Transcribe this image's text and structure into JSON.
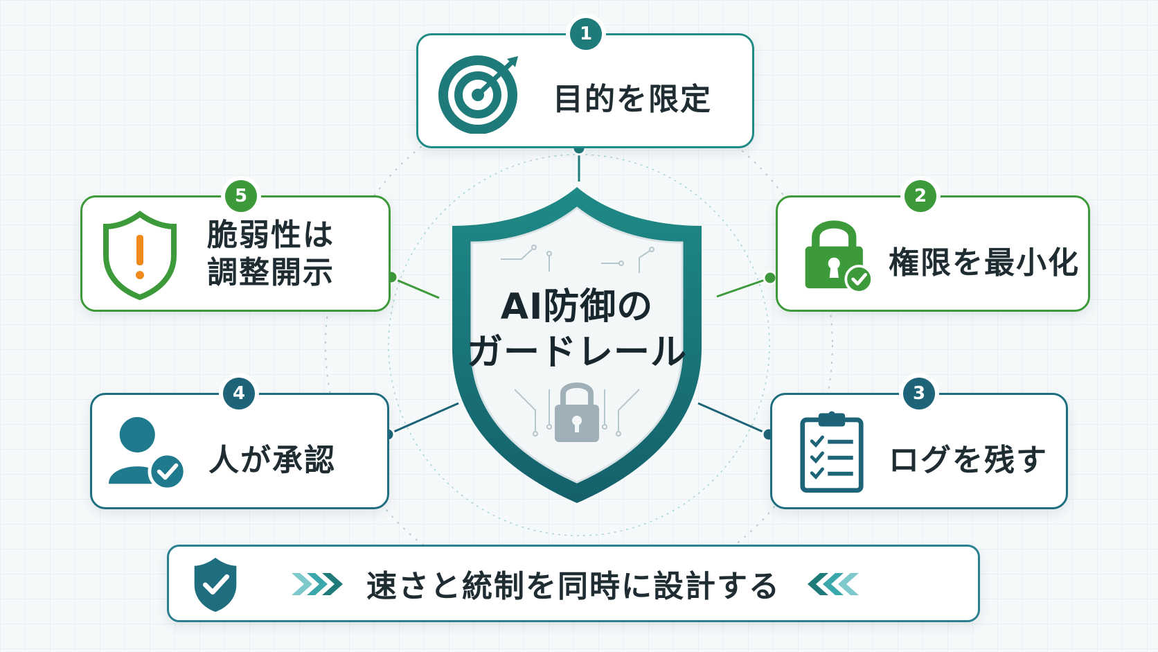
{
  "title": {
    "line1": "AI防御の",
    "line2": "ガードレール"
  },
  "steps": [
    {
      "number": "1",
      "label": "目的を限定",
      "icon": "target-icon"
    },
    {
      "number": "2",
      "label": "権限を最小化",
      "icon": "lock-check-icon"
    },
    {
      "number": "3",
      "label": "ログを残す",
      "icon": "clipboard-checklist-icon"
    },
    {
      "number": "4",
      "label": "人が承認",
      "icon": "user-approve-icon"
    },
    {
      "number": "5",
      "label_line1": "脆弱性は",
      "label_line2": "調整開示",
      "icon": "shield-warning-icon"
    }
  ],
  "banner": {
    "text": "速さと統制を同時に設計する",
    "icon": "shield-check-icon",
    "left_arrows": "chevrons-right-icon",
    "right_arrows": "chevrons-left-icon"
  },
  "center_icon": "shield-lock-icon",
  "colors": {
    "teal": "#1f7b79",
    "green": "#3d9a3a",
    "navy": "#1e6478",
    "warning_orange": "#f08a1c",
    "text": "#1f2d33"
  }
}
